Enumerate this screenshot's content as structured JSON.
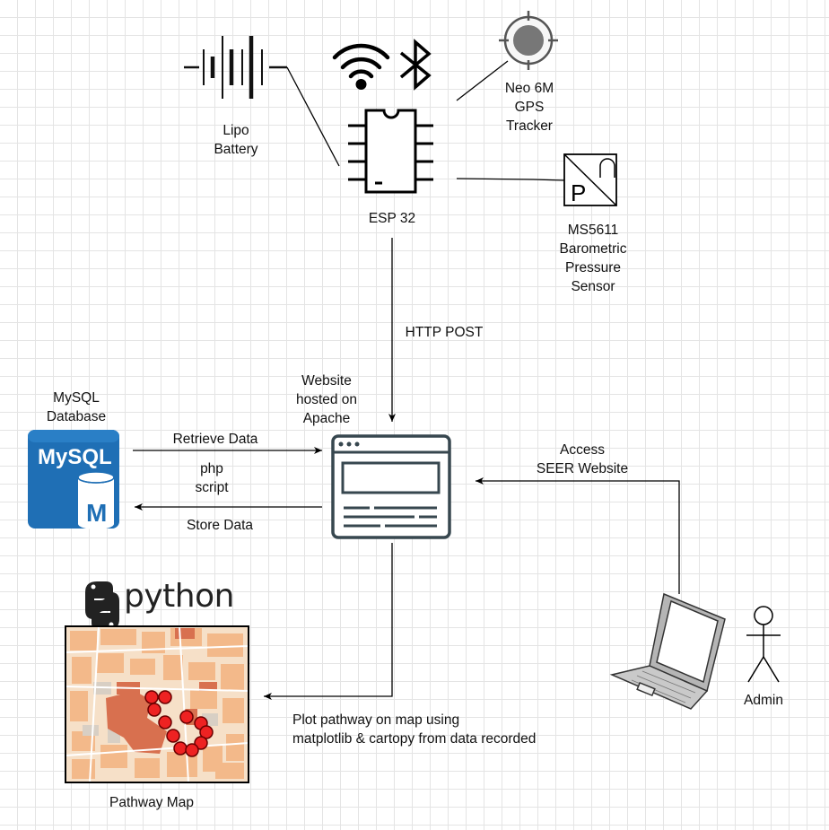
{
  "labels": {
    "battery": "Lipo\nBattery",
    "esp32": "ESP 32",
    "gps": "Neo 6M\nGPS\nTracker",
    "barometer": "MS5611\nBarometric\nPressure\nSensor",
    "http_post": "HTTP POST",
    "website": "Website\nhosted on\nApache",
    "mysql": "MySQL\nDatabase",
    "retrieve": "Retrieve Data",
    "php": "php\nscript",
    "store": "Store Data",
    "access": "Access\nSEER Website",
    "admin": "Admin",
    "plot": "Plot pathway on map using\nmatplotlib & cartopy from data recorded",
    "pathway_map": "Pathway Map",
    "python": "python",
    "mysql_logo": "MySQL",
    "mysql_m": "M",
    "pressure_p": "P"
  },
  "colors": {
    "mysql_blue": "#1f6fb5",
    "map_road": "#f6e0c8",
    "map_block": "#f3b98a",
    "map_highlight": "#d8704f",
    "pathway_dot": "#ee2222"
  }
}
